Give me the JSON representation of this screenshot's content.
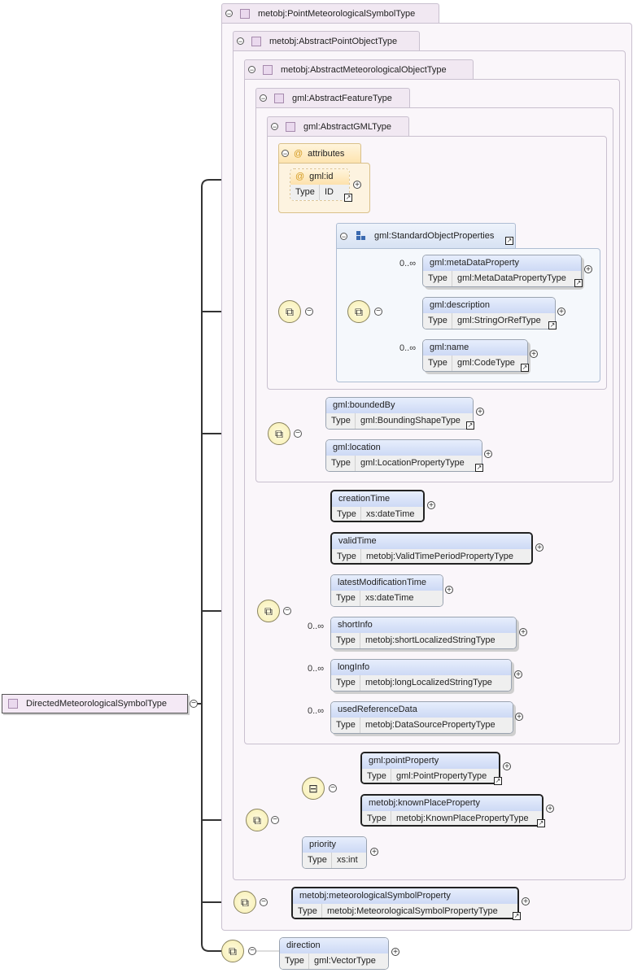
{
  "root": {
    "label": "DirectedMeteorologicalSymbolType"
  },
  "types": {
    "t1": "metobj:PointMeteorologicalSymbolType",
    "t2": "metobj:AbstractPointObjectType",
    "t3": "metobj:AbstractMeteorologicalObjectType",
    "t4": "gml:AbstractFeatureType",
    "t5": "gml:AbstractGMLType"
  },
  "attributes": {
    "label": "attributes",
    "id": {
      "name": "gml:id",
      "type_key": "Type",
      "type": "ID"
    }
  },
  "group": {
    "label": "gml:StandardObjectProperties"
  },
  "elements": {
    "metaDataProperty": {
      "name": "gml:metaDataProperty",
      "type_key": "Type",
      "type": "gml:MetaDataPropertyType",
      "card": "0..∞"
    },
    "description": {
      "name": "gml:description",
      "type_key": "Type",
      "type": "gml:StringOrRefType"
    },
    "name": {
      "name": "gml:name",
      "type_key": "Type",
      "type": "gml:CodeType",
      "card": "0..∞"
    },
    "boundedBy": {
      "name": "gml:boundedBy",
      "type_key": "Type",
      "type": "gml:BoundingShapeType"
    },
    "location": {
      "name": "gml:location",
      "type_key": "Type",
      "type": "gml:LocationPropertyType"
    },
    "creationTime": {
      "name": "creationTime",
      "type_key": "Type",
      "type": "xs:dateTime"
    },
    "validTime": {
      "name": "validTime",
      "type_key": "Type",
      "type": "metobj:ValidTimePeriodPropertyType"
    },
    "latestModificationTime": {
      "name": "latestModificationTime",
      "type_key": "Type",
      "type": "xs:dateTime"
    },
    "shortInfo": {
      "name": "shortInfo",
      "type_key": "Type",
      "type": "metobj:shortLocalizedStringType",
      "card": "0..∞"
    },
    "longInfo": {
      "name": "longInfo",
      "type_key": "Type",
      "type": "metobj:longLocalizedStringType",
      "card": "0..∞"
    },
    "usedReferenceData": {
      "name": "usedReferenceData",
      "type_key": "Type",
      "type": "metobj:DataSourcePropertyType",
      "card": "0..∞"
    },
    "pointProperty": {
      "name": "gml:pointProperty",
      "type_key": "Type",
      "type": "gml:PointPropertyType"
    },
    "knownPlaceProperty": {
      "name": "metobj:knownPlaceProperty",
      "type_key": "Type",
      "type": "metobj:KnownPlacePropertyType"
    },
    "priority": {
      "name": "priority",
      "type_key": "Type",
      "type": "xs:int"
    },
    "meteorologicalSymbolProperty": {
      "name": "metobj:meteorologicalSymbolProperty",
      "type_key": "Type",
      "type": "metobj:MeteorologicalSymbolPropertyType"
    },
    "direction": {
      "name": "direction",
      "type_key": "Type",
      "type": "gml:VectorType"
    }
  }
}
